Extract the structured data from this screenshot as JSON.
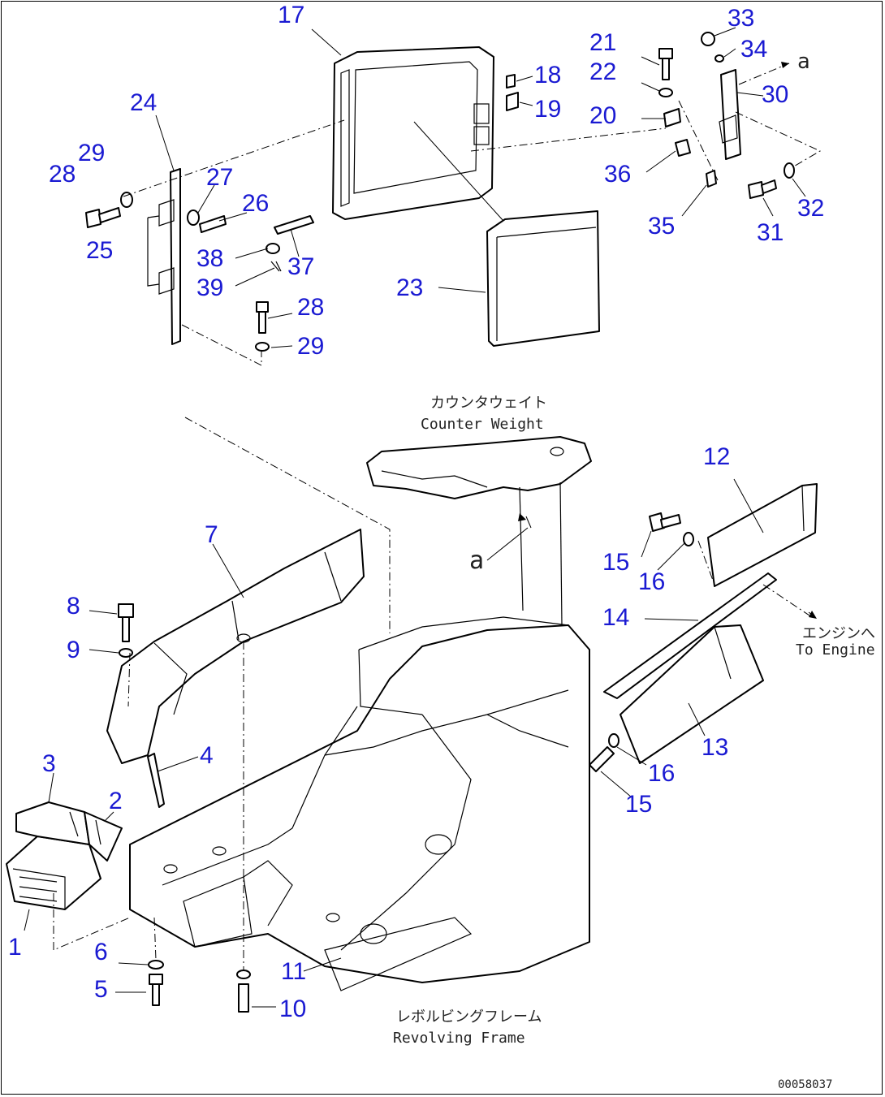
{
  "callouts": {
    "n1": "1",
    "n2": "2",
    "n3": "3",
    "n4": "4",
    "n5": "5",
    "n6": "6",
    "n7": "7",
    "n8": "8",
    "n9": "9",
    "n10": "10",
    "n11": "11",
    "n12": "12",
    "n13": "13",
    "n14": "14",
    "n15a": "15",
    "n15b": "15",
    "n16a": "16",
    "n16b": "16",
    "n17": "17",
    "n18": "18",
    "n19": "19",
    "n20": "20",
    "n21": "21",
    "n22": "22",
    "n23": "23",
    "n24": "24",
    "n25": "25",
    "n26": "26",
    "n27": "27",
    "n28a": "28",
    "n28b": "28",
    "n29a": "29",
    "n29b": "29",
    "n30": "30",
    "n31": "31",
    "n32": "32",
    "n33": "33",
    "n34": "34",
    "n35": "35",
    "n36": "36",
    "n37": "37",
    "n38": "38",
    "n39": "39"
  },
  "labels": {
    "counter_weight_jp": "カウンタウェイト",
    "counter_weight_en": "Counter Weight",
    "to_engine_jp": "エンジンへ",
    "to_engine_en": "To Engine",
    "revolving_frame_jp": "レボルビングフレーム",
    "revolving_frame_en": "Revolving Frame",
    "ref_a_top": "a",
    "ref_a_mid": "a"
  },
  "drawing_code": "00058037",
  "colors": {
    "callout": "#1a1ad2",
    "line": "#000000",
    "background": "#ffffff"
  }
}
